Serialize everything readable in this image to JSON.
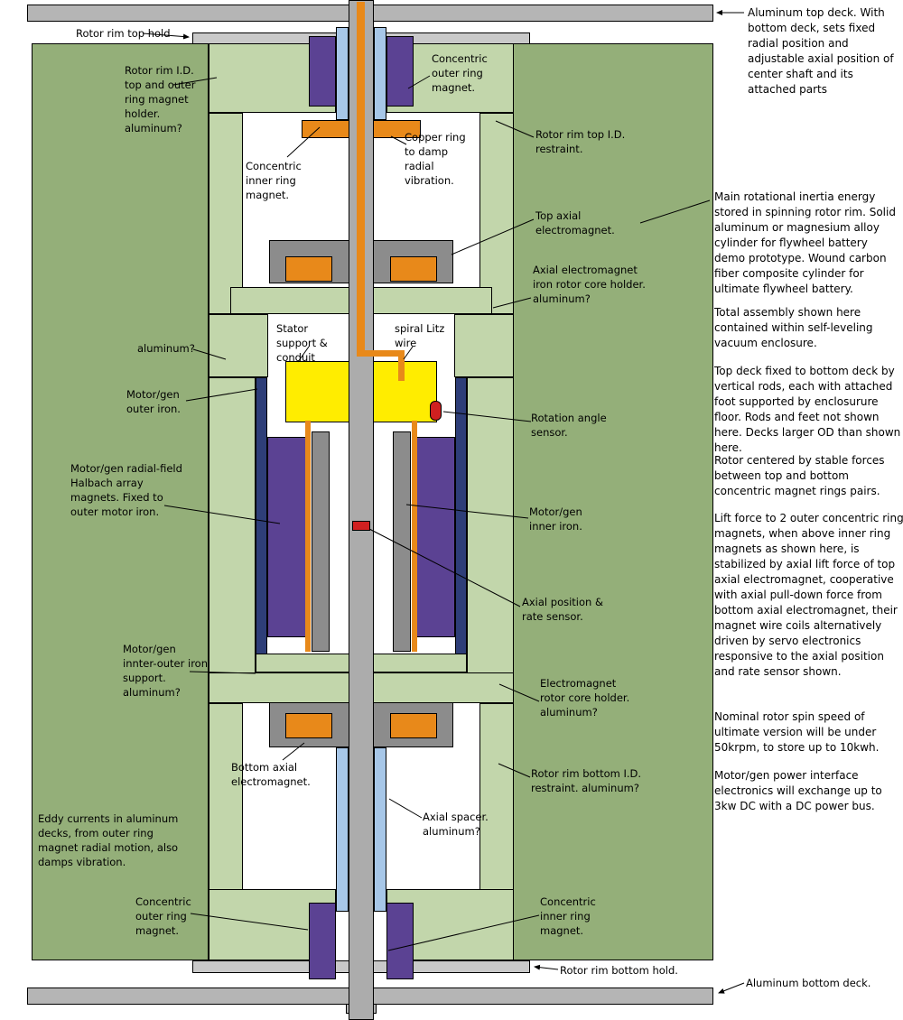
{
  "labels": {
    "rotor_rim_top_hold": "Rotor rim top hold",
    "rotor_rim_id_top_holder": "Rotor rim I.D. top and outer ring magnet holder. aluminum?",
    "concentric_outer_ring_magnet_top": "Concentric outer ring magnet.",
    "concentric_inner_ring_magnet_top": "Concentric inner ring magnet.",
    "copper_ring": "Copper ring to damp radial vibration.",
    "rotor_rim_top_id_restraint": "Rotor rim top I.D. restraint.",
    "top_axial_electromagnet": "Top axial electromagnet.",
    "axial_electromagnet_holder": "Axial electromagnet iron rotor core holder. aluminum?",
    "aluminum_q": "aluminum?",
    "motor_gen_outer_iron": "Motor/gen outer iron.",
    "halbach_magnets": "Motor/gen radial-field Halbach array magnets. Fixed to outer motor iron.",
    "stator_support": "Stator support & conduit",
    "spiral_litz_wire": "spiral Litz wire",
    "rotation_angle_sensor": "Rotation angle sensor.",
    "motor_gen_inner_iron": "Motor/gen inner iron.",
    "axial_position_sensor": "Axial position & rate sensor.",
    "electromagnet_rotor_core_holder": "Electromagnet rotor core holder. aluminum?",
    "motor_gen_iron_support": "Motor/gen innter-outer iron support. aluminum?",
    "bottom_axial_electromagnet": "Bottom axial electromagnet.",
    "axial_spacer": "Axial spacer. aluminum?",
    "rotor_rim_bottom_id_restraint": "Rotor rim bottom I.D. restraint. aluminum?",
    "eddy_currents": "Eddy currents in aluminum decks, from outer ring magnet radial motion, also damps vibration.",
    "concentric_outer_ring_magnet_bottom": "Concentric outer ring magnet.",
    "concentric_inner_ring_magnet_bottom": "Concentric inner ring magnet.",
    "rotor_rim_bottom_hold": "Rotor rim bottom hold.",
    "aluminum_bottom_deck": "Aluminum bottom deck."
  },
  "notes": {
    "top_deck": "Aluminum top deck. With bottom deck, sets fixed radial position and adjustable axial position of center shaft and its attached parts",
    "rotor_rim": "Main rotational inertia energy stored in spinning rotor rim. Solid aluminum or magnesium alloy cylinder for flywheel battery demo prototype. Wound carbon fiber composite cylinder for ultimate flywheel battery.",
    "assembly": "Total assembly shown here contained within self-leveling vacuum enclosure.",
    "decks": "Top deck fixed to bottom deck by vertical rods, each with attached foot supported by enclosurure floor. Rods and feet not shown here. Decks larger OD than shown here.",
    "centering": "Rotor centered by stable forces between top and bottom concentric magnet rings pairs.",
    "lift": "Lift force to 2 outer concentric ring magnets, when above inner ring magnets as shown here, is stabilized by axial lift force of top axial electromagnet, cooperative with axial pull-down force from bottom axial electromagnet, their magnet wire coils alternatively driven by servo electronics responsive to the axial position and rate sensor shown.",
    "speed": "Nominal rotor spin speed of ultimate version will be under 50krpm, to store up to 10kwh.",
    "power": "Motor/gen power interface electronics will exchange up to 3kw DC with a DC power bus."
  },
  "colors": {
    "rotor_rim_green": "#94AF79",
    "holder_light_green": "#C2D6AB",
    "deck_gray": "#B5B5B5",
    "iron_gray": "#8C8C8C",
    "magnet_purple": "#5B4293",
    "copper_orange": "#E8891A",
    "stator_yellow": "#FFED00",
    "spacer_light_blue": "#A7C7E8",
    "outer_iron_navy": "#2E3E78",
    "sensor_red": "#D02020"
  }
}
